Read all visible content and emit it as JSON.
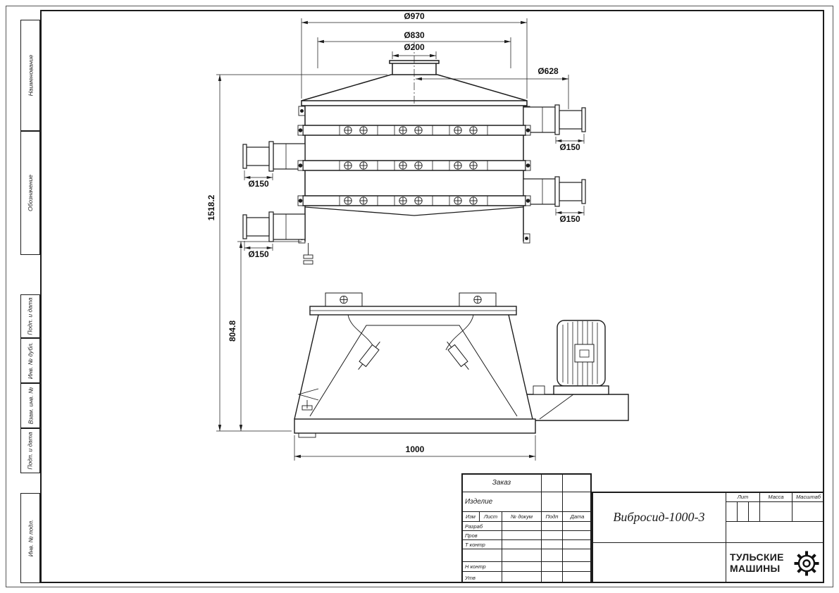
{
  "sheet": {
    "paper": "#ffffff",
    "ink": "#1c1c1c"
  },
  "margin_labels": {
    "top": [
      {
        "label": "Наименование"
      },
      {
        "label": "Обозначение"
      }
    ],
    "bottom": [
      {
        "label": "Подп. и дата"
      },
      {
        "label": "Инв. № дубл."
      },
      {
        "label": "Взам. инв. №"
      },
      {
        "label": "Подп. и дата"
      },
      {
        "label": "Инв. № подл."
      }
    ]
  },
  "dims": {
    "lid_outer": "Ø970",
    "deck": "Ø830",
    "inlet": "Ø200",
    "outlet_offset": "Ø628",
    "outlet_right_top": "Ø150",
    "outlet_left_mid": "Ø150",
    "outlet_right_mid": "Ø150",
    "outlet_left_bottom": "Ø150",
    "height_total": "1518.2",
    "height_base": "804.8",
    "base_width": "1000"
  },
  "title_block": {
    "order_label": "Заказ",
    "product_label": "Изделие",
    "rev_headers": [
      "Изм",
      "Лист",
      "№ докум",
      "Подп",
      "Дата"
    ],
    "sign_rows": [
      "Разраб",
      "Пров",
      "Т контр",
      "Н контр",
      "Утв"
    ],
    "doc_title": "Вибросид-1000-3",
    "lit_label": "Лит",
    "mass_label": "Масса",
    "scale_label": "Масштаб",
    "brand_line1": "ТУЛЬСКИЕ",
    "brand_line2": "МАШИНЫ"
  }
}
